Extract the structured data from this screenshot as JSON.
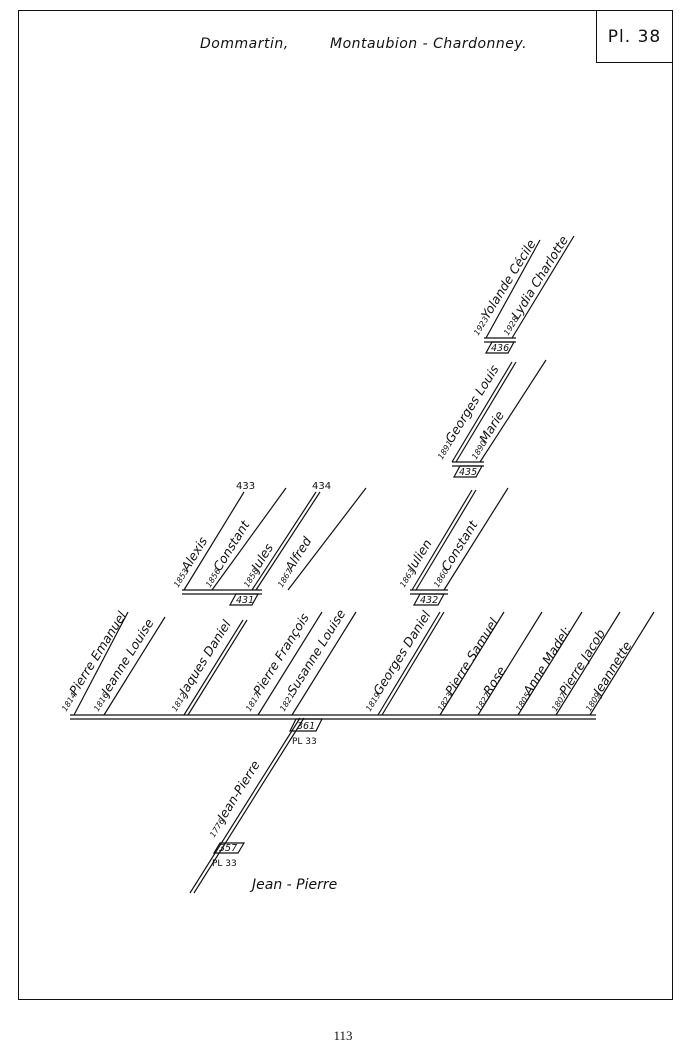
{
  "header": {
    "place1": "Dommartin,",
    "place2": "Montaubion - Chardonney.",
    "plate": "Pl. 38"
  },
  "root_name": "Jean - Pierre",
  "boxes": [
    {
      "num": "357",
      "ref": "PL 33"
    },
    {
      "num": "361",
      "ref": "PL 33"
    },
    {
      "num": "431",
      "ref": ""
    },
    {
      "num": "432",
      "ref": ""
    },
    {
      "num": "435",
      "ref": ""
    },
    {
      "num": "436",
      "ref": ""
    }
  ],
  "people": [
    {
      "year": "1776",
      "name": "Jean-Pierre"
    },
    {
      "year": "1814",
      "name": "Pierre Emanuel"
    },
    {
      "year": "1816",
      "name": "Jeanne Louise"
    },
    {
      "year": "1812",
      "name": "Jaques Daniel"
    },
    {
      "year": "1817",
      "name": "Pierre François"
    },
    {
      "year": "1821",
      "name": "Susanne Louise"
    },
    {
      "year": "1819",
      "name": "Georges Daniel"
    },
    {
      "year": "1823",
      "name": "Pierre Samuel"
    },
    {
      "year": "1827",
      "name": "Rose"
    },
    {
      "year": "1805",
      "name": "Anne Madel:"
    },
    {
      "year": "1807",
      "name": "Pierre Jacob"
    },
    {
      "year": "1809",
      "name": "Jeannette"
    },
    {
      "year": "1853",
      "name": "Alexis"
    },
    {
      "year": "1856",
      "name": "Constant"
    },
    {
      "year": "1858",
      "name": "Jules"
    },
    {
      "year": "1867",
      "name": "Alfred"
    },
    {
      "year": "1863",
      "name": "Julien"
    },
    {
      "year": "1860",
      "name": "Constant"
    },
    {
      "year": "1891",
      "name": "Georges Louis"
    },
    {
      "year": "1890",
      "name": "Marie"
    },
    {
      "year": "1923",
      "name": "Yolande Cécile"
    },
    {
      "year": "1928",
      "name": "Lydia Charlotte"
    }
  ],
  "continuations": [
    "433",
    "434"
  ],
  "page_number": "113"
}
